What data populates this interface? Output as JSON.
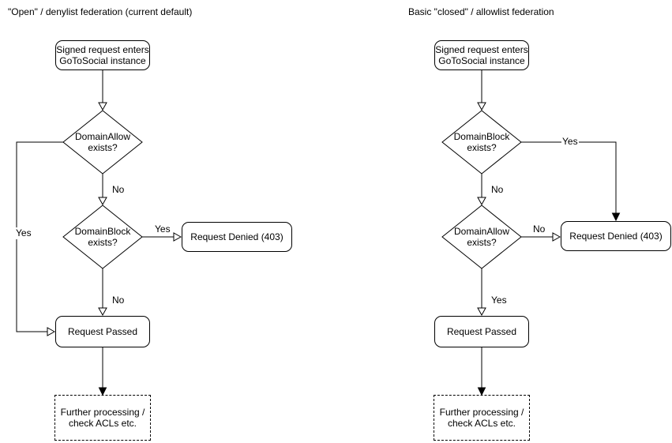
{
  "colors": {
    "stroke": "#000000",
    "background": "#ffffff",
    "text": "#000000"
  },
  "left_chart": {
    "title": "\"Open\" / denylist federation (current default)",
    "nodes": {
      "start": "Signed request enters\nGoToSocial instance",
      "decision1": "DomainAllow\nexists?",
      "decision2": "DomainBlock\nexists?",
      "denied": "Request Denied (403)",
      "passed": "Request Passed",
      "further": "Further processing /\ncheck ACLs etc."
    },
    "edge_labels": {
      "decision1_no": "No",
      "decision1_yes": "Yes",
      "decision2_yes": "Yes",
      "decision2_no": "No"
    }
  },
  "right_chart": {
    "title": "Basic \"closed\" / allowlist federation",
    "nodes": {
      "start": "Signed request enters\nGoToSocial instance",
      "decision1": "DomainBlock\nexists?",
      "decision2": "DomainAllow\nexists?",
      "denied": "Request Denied (403)",
      "passed": "Request Passed",
      "further": "Further processing /\ncheck ACLs etc."
    },
    "edge_labels": {
      "decision1_yes": "Yes",
      "decision1_no": "No",
      "decision2_no": "No",
      "decision2_yes": "Yes"
    }
  }
}
